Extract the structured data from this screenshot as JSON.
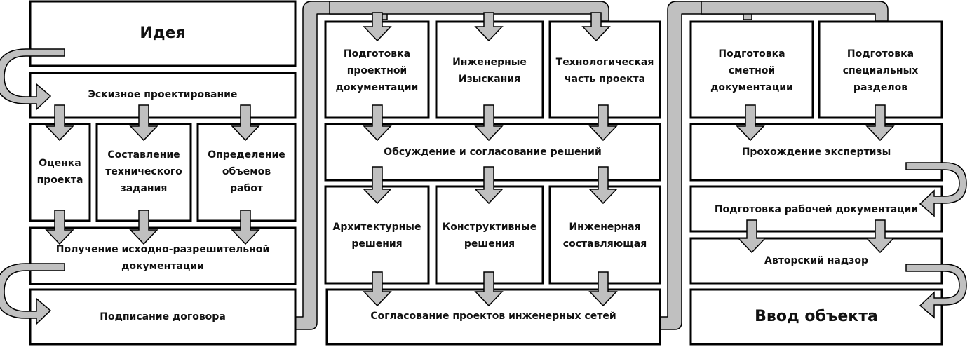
{
  "colors": {
    "box_fill": "#ffffff",
    "box_stroke": "#000000",
    "arrow_fill": "#c0c0c0",
    "text": "#111111"
  },
  "columns": [
    {
      "name": "initiation",
      "boxes": {
        "idea": "Идея",
        "sketch_design": "Эскизное проектирование",
        "project_evaluation": "Оценка\nпроекта",
        "technical_assignment": "Составление\nтехнического\nзадания",
        "scope_definition": "Определение\nобъемов\nработ",
        "permits": "Получение исходно-разрешительной\nдокументации",
        "contract": "Подписание договора"
      }
    },
    {
      "name": "design",
      "boxes": {
        "project_docs": "Подготовка\nпроектной\nдокументации",
        "surveys": "Инженерные\nИзыскания",
        "technology": "Технологическая\nчасть проекта",
        "discussion": "Обсуждение и согласование решений",
        "architecture": "Архитектурные\nрешения",
        "structural": "Конструктивные\nрешения",
        "engineering": "Инженерная\nсоставляющая",
        "networks": "Согласование проектов инженерных сетей"
      }
    },
    {
      "name": "completion",
      "boxes": {
        "estimate_docs": "Подготовка\nсметной\nдокументации",
        "special_sections": "Подготовка\nспециальных\nразделов",
        "expertise": "Прохождение экспертизы",
        "working_docs": "Подготовка рабочей документации",
        "supervision": "Авторский надзор",
        "commissioning": "Ввод объекта"
      }
    }
  ]
}
